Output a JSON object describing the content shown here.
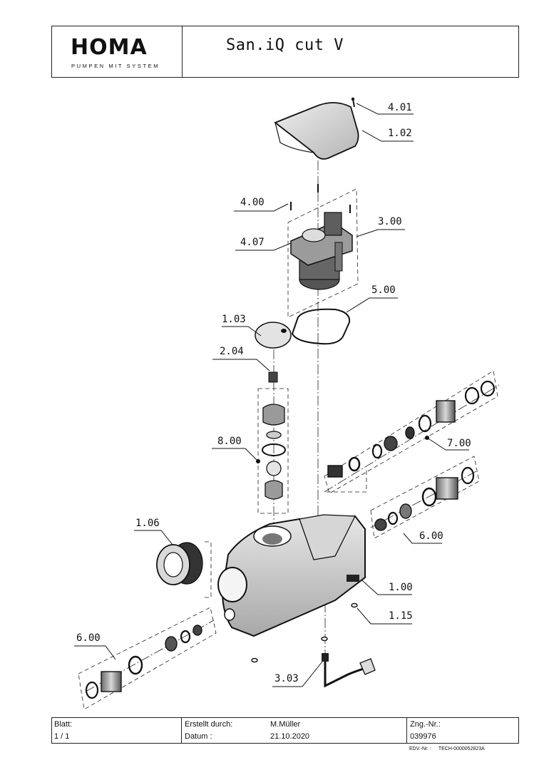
{
  "header": {
    "logo_text": "HOMA",
    "logo_tagline": "PUMPEN MIT SYSTEM",
    "title": "San.iQ cut V"
  },
  "parts": {
    "p401": "4.01",
    "p102": "1.02",
    "p400": "4.00",
    "p300": "3.00",
    "p407": "4.07",
    "p500": "5.00",
    "p103": "1.03",
    "p204": "2.04",
    "p700": "7.00",
    "p800": "8.00",
    "p600a": "6.00",
    "p106": "1.06",
    "p100": "1.00",
    "p115": "1.15",
    "p600b": "6.00",
    "p303": "3.03"
  },
  "footer": {
    "blatt_label": "Blatt:",
    "blatt_value": "1 / 1",
    "erstellt_label": "Erstellt durch:",
    "erstellt_value": "M.Müller",
    "datum_label": "Datum :",
    "datum_value": "21.10.2020",
    "zng_label": "Zng.-Nr.:",
    "zng_value": "039976",
    "edv_label": "EDV.-Nr. :",
    "edv_value": "TECH-0000052823A"
  }
}
